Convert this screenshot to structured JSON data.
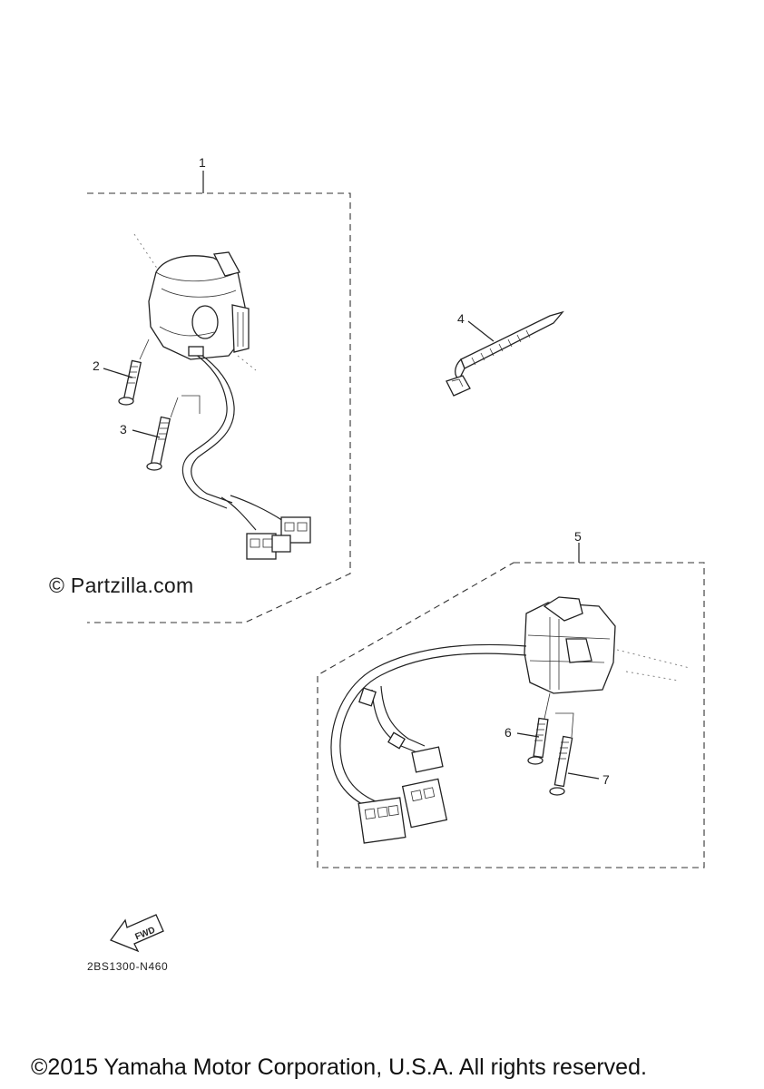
{
  "callouts": [
    "1",
    "2",
    "3",
    "4",
    "5",
    "6",
    "7"
  ],
  "watermark": "© Partzilla.com",
  "fwd_label": "FWD",
  "part_code": "2BS1300-N460",
  "copyright": "©2015 Yamaha Motor Corporation, U.S.A. All rights reserved.",
  "icons": [
    "left-handlebar-switch-icon",
    "screw-icon",
    "cable-tie-icon",
    "right-handlebar-switch-icon",
    "fwd-arrow-icon"
  ]
}
